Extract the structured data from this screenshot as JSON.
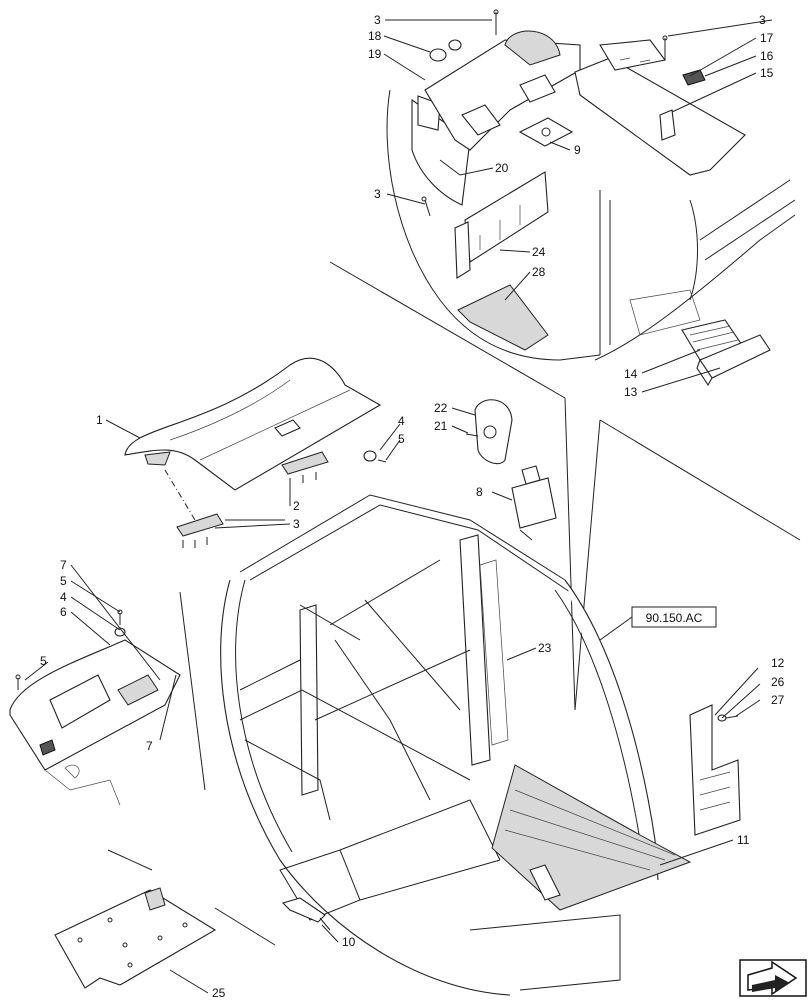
{
  "callouts": {
    "c1": "1",
    "c2": "2",
    "c3a": "3",
    "c3b": "3",
    "c3c": "3",
    "c3d": "3",
    "c4a": "4",
    "c4b": "4",
    "c5a": "5",
    "c5b": "5",
    "c5c": "5",
    "c6": "6",
    "c7a": "7",
    "c7b": "7",
    "c8": "8",
    "c9": "9",
    "c10": "10",
    "c11": "11",
    "c12": "12",
    "c13": "13",
    "c14": "14",
    "c15": "15",
    "c16": "16",
    "c17": "17",
    "c18": "18",
    "c19": "19",
    "c20": "20",
    "c21": "21",
    "c22": "22",
    "c23": "23",
    "c24": "24",
    "c25": "25",
    "c26": "26",
    "c27": "27",
    "c28": "28"
  },
  "reference_box": "90.150.AC",
  "nav_icon": "next-page-arrow-icon"
}
